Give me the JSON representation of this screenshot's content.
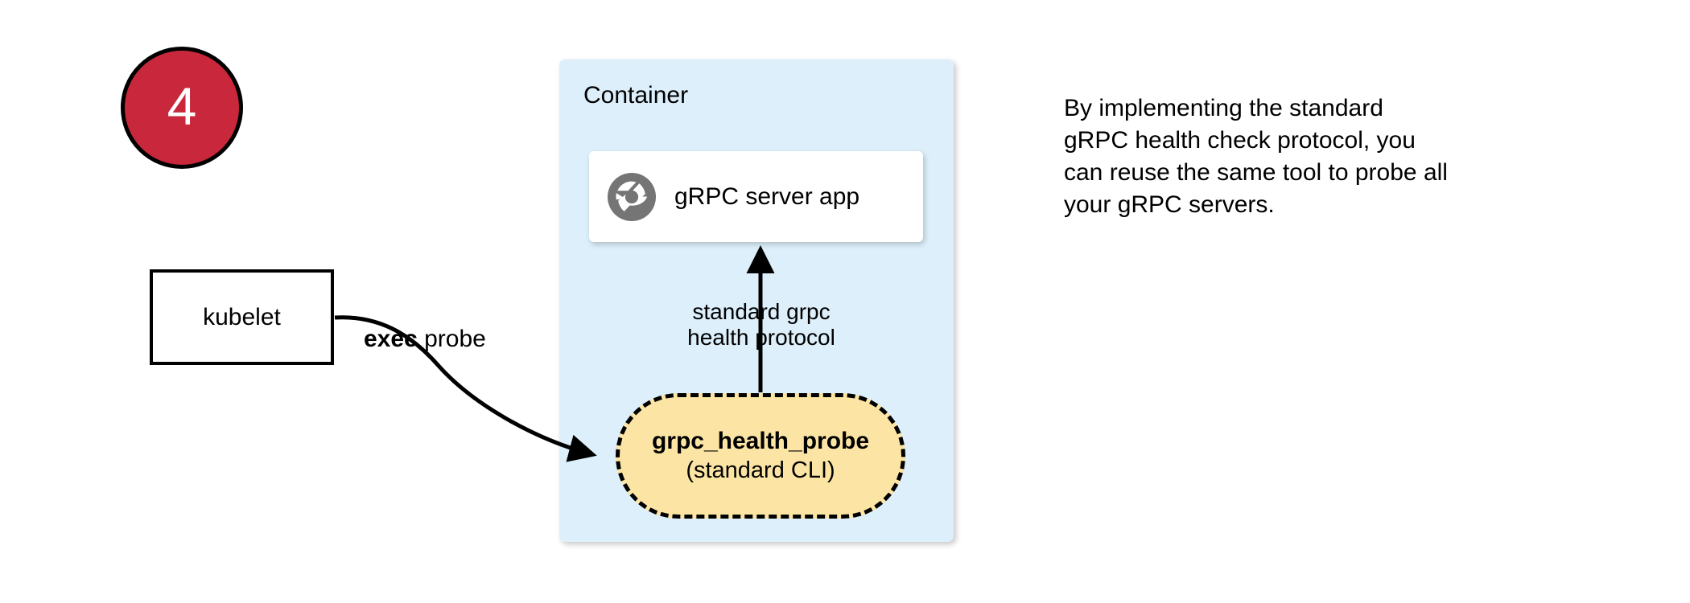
{
  "step": {
    "number": "4",
    "fill_color": "#C8273C",
    "border_color": "#000000",
    "text_color": "#FFFFFF"
  },
  "kubelet": {
    "label": "kubelet"
  },
  "container": {
    "title": "Container",
    "fill_color": "#DCEFFA"
  },
  "server": {
    "label": "gRPC server app",
    "icon": "aperture-icon",
    "icon_color": "#757575",
    "fill_color": "#FFFFFF"
  },
  "probe": {
    "title": "grpc_health_probe",
    "subtitle": "(standard CLI)",
    "fill_color": "#FCE5A4",
    "border_style": "dashed"
  },
  "edges": {
    "exec_probe_bold": "exec",
    "exec_probe_rest": " probe",
    "protocol_line1": "standard grpc",
    "protocol_line2": "health protocol"
  },
  "note": {
    "line1": "By implementing the standard",
    "line2": "gRPC health check protocol, you",
    "line3": "can reuse the same tool to probe all",
    "line4": "your gRPC servers."
  }
}
